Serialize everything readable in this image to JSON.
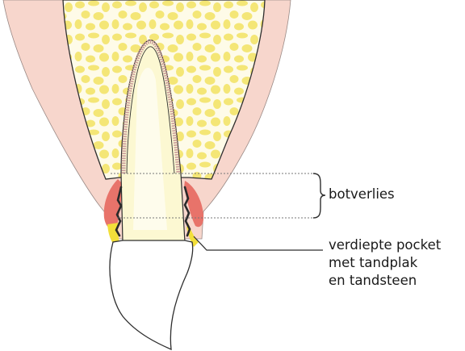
{
  "labels": {
    "bone_loss": "botverlies",
    "pocket_lines": [
      "verdiepte pocket",
      "met tandplak",
      "en tandsteen"
    ]
  },
  "colors": {
    "gum": "#f7d6cc",
    "bone": "#fefbe8",
    "bone_spots": "#f4e676",
    "tooth_root": "#fcf8d2",
    "pulp": "#fefcec",
    "inflamed_gum": "#e8736a",
    "plaque": "#f2df3a",
    "tartar": "#2a2a2a",
    "outline": "#2e2e2e"
  }
}
